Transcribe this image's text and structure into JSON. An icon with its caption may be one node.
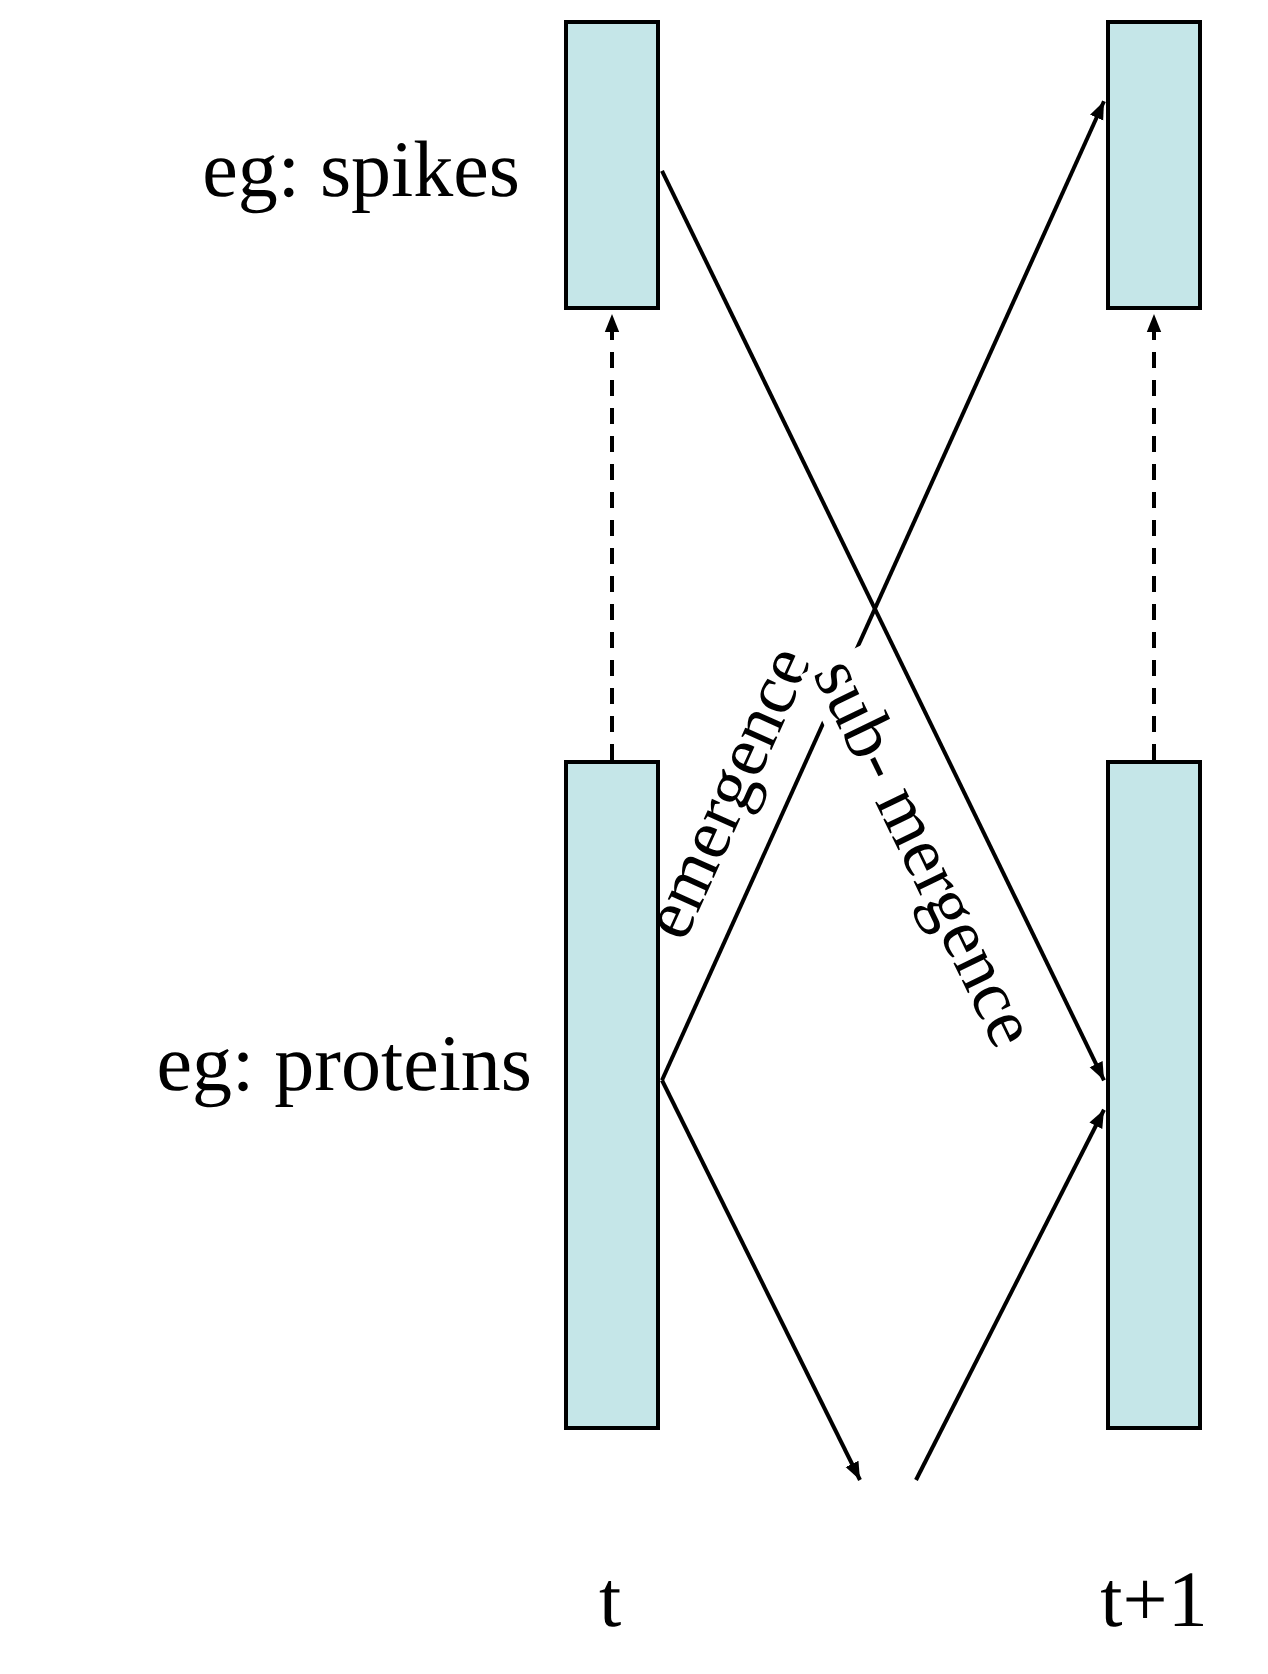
{
  "diagram": {
    "nodes": [
      {
        "text": [],
        "shape": "bar",
        "beside": [
          "eg: spikes"
        ]
      },
      {
        "text": [],
        "shape": "bar"
      },
      {
        "text": [],
        "shape": "bar",
        "beside": [
          "eg: proteins"
        ]
      },
      {
        "text": [],
        "shape": "bar"
      }
    ],
    "edges": [
      {
        "from": 2,
        "to": 0,
        "arrow": "to",
        "style": "dashed"
      },
      {
        "from": 3,
        "to": 1,
        "arrow": "to",
        "style": "dashed"
      },
      {
        "from": 2,
        "to": 1,
        "arrow": "to",
        "label": "emergence"
      },
      {
        "from": 0,
        "to": 3,
        "arrow": "to",
        "label": "sub- mergence"
      },
      {
        "from": 2,
        "to": null,
        "arrow": "to"
      },
      {
        "from": null,
        "to": 3,
        "arrow": "to"
      }
    ],
    "labels": [
      "t",
      "t+1"
    ]
  }
}
